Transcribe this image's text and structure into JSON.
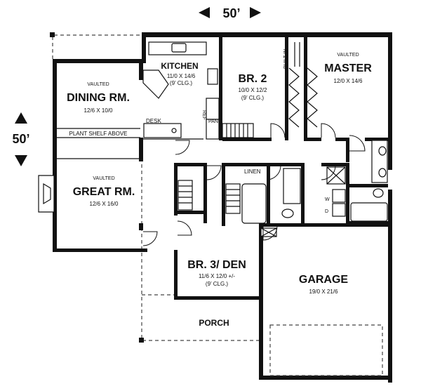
{
  "dimensions": {
    "width": "50’",
    "depth": "50’"
  },
  "rooms": {
    "kitchen": {
      "name": "KITCHEN",
      "size": "11/0 X 14/6",
      "ceiling": "(9’ CLG.)"
    },
    "dining": {
      "qualifier": "VAULTED",
      "name": "DINING RM.",
      "size": "12/6 X 10/0"
    },
    "plant_shelf": "PLANT SHELF ABOVE",
    "desk": "DESK",
    "ref": "REF",
    "pan": "PAN",
    "br2": {
      "name": "BR. 2",
      "size": "10/0 X 12/2",
      "ceiling": "(9’ CLG.)"
    },
    "built_in": "BUILT-IN",
    "master": {
      "qualifier": "VAULTED",
      "name": "MASTER",
      "size": "12/0 X 14/6"
    },
    "great": {
      "qualifier": "VAULTED",
      "name": "GREAT RM.",
      "size": "12/6 X 16/0"
    },
    "linen": "LINEN",
    "washer": "W",
    "dryer": "D",
    "br3": {
      "name": "BR. 3/ DEN",
      "size": "11/6 X 12/0 +/-",
      "ceiling": "(9’ CLG.)"
    },
    "garage": {
      "name": "GARAGE",
      "size": "19/0 X 21/6"
    },
    "porch": {
      "name": "PORCH"
    }
  }
}
